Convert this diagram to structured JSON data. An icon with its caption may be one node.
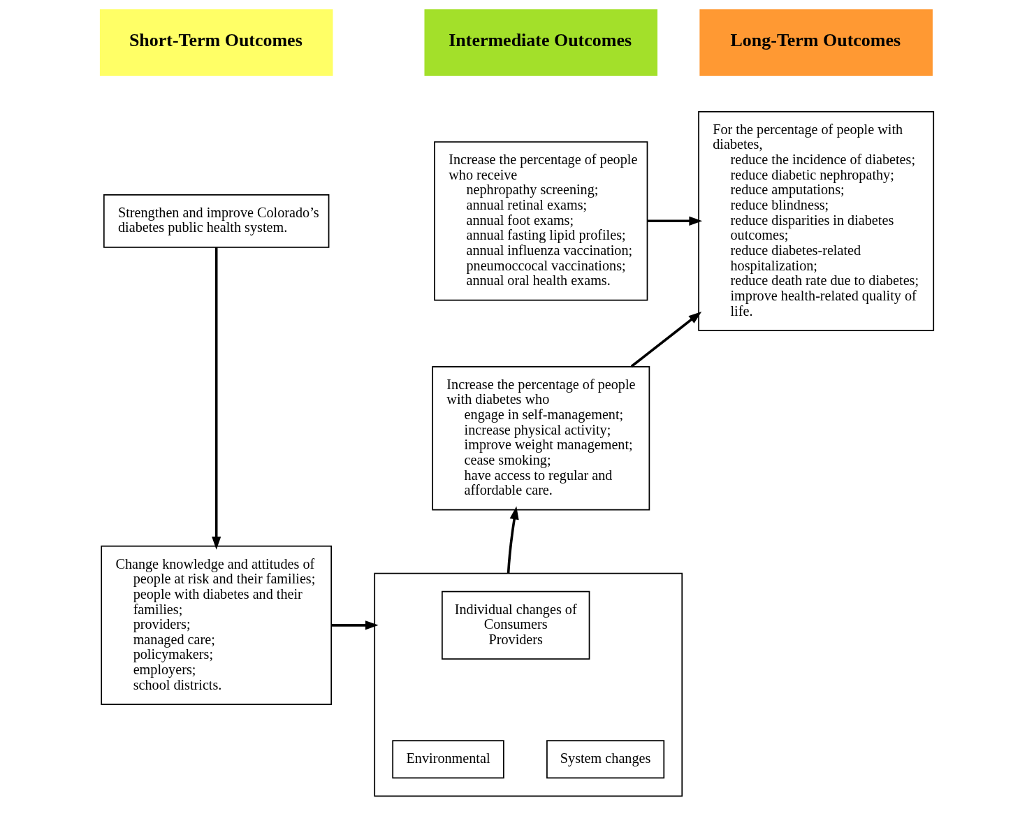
{
  "diagram": {
    "nodes": [
      {
        "text": [
          "Short-Term Outcomes"
        ]
      },
      {
        "text": [
          "Intermediate Outcomes"
        ]
      },
      {
        "text": [
          "Long-Term Outcomes"
        ]
      },
      {
        "text": [
          "Strengthen and improve Colorado’s diabetes public health system."
        ]
      },
      {
        "text": [
          "Change knowledge and attitudes of",
          "people at risk and their families;",
          "people with diabetes and their families;",
          "providers;",
          "managed care;",
          "policymakers;",
          "employers;",
          "school districts."
        ]
      },
      {
        "text": [
          "Increase the percentage of people who receive",
          "nephropathy screening;",
          "annual retinal exams;",
          "annual foot exams;",
          "annual fasting lipid profiles;",
          "annual influenza vaccination;",
          "pneumoccocal vaccinations;",
          "annual oral health exams."
        ]
      },
      {
        "text": [
          "Increase the percentage of people with diabetes who",
          "engage in self-management;",
          "increase physical activity;",
          "improve weight management;",
          "cease smoking;",
          "have access to regular and affordable care."
        ]
      },
      {
        "text": [],
        "shape": "box"
      },
      {
        "text": [
          "Individual changes of",
          "Consumers",
          "Providers"
        ],
        "in": 7
      },
      {
        "text": [
          "Environmental"
        ],
        "in": 7
      },
      {
        "text": [
          "System changes"
        ],
        "in": 7
      },
      {
        "text": [
          "For the percentage of people with diabetes,",
          "reduce the incidence of diabetes;",
          "reduce diabetic nephropathy;",
          "reduce amputations;",
          "reduce blindness;",
          "reduce disparities in diabetes outcomes;",
          "reduce diabetes-related hospitalization;",
          "reduce death rate due to diabetes;",
          "improve health-related quality of life."
        ]
      }
    ],
    "edges": [
      {
        "from": 3,
        "to": 4,
        "arrow": "to"
      },
      {
        "from": 5,
        "to": 11,
        "arrow": "to"
      },
      {
        "from": 6,
        "to": 11,
        "arrow": "to"
      },
      {
        "from": 4,
        "to": 7,
        "arrow": "to"
      },
      {
        "from": 7,
        "to": 6,
        "arrow": "to"
      }
    ]
  }
}
